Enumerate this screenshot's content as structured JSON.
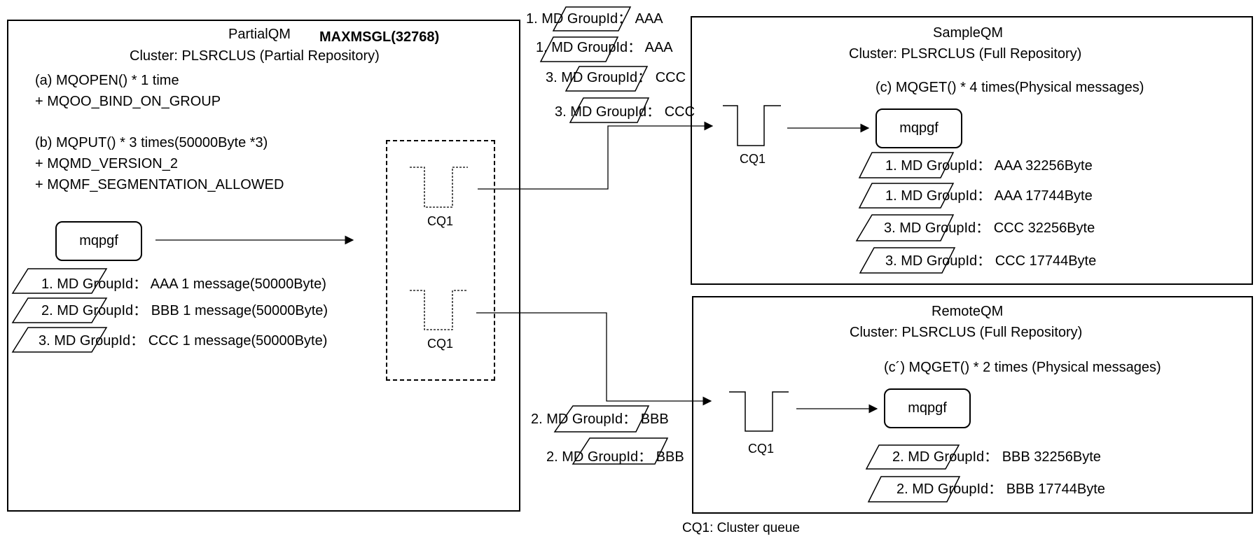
{
  "partial": {
    "name": "PartialQM",
    "maxmsgl": "MAXMSGL(32768)",
    "cluster": "Cluster: PLSRCLUS (Partial Repository)",
    "lines": [
      "(a) MQOPEN() * 1 time",
      "+ MQOO_BIND_ON_GROUP",
      "(b) MQPUT() * 3 times(50000Byte *3)",
      "+ MQMD_VERSION_2",
      "+ MQMF_SEGMENTATION_ALLOWED"
    ],
    "app": "mqpgf",
    "messages": [
      "1. MD GroupId： AAA 1 message(50000Byte)",
      "2. MD GroupId： BBB 1 message(50000Byte)",
      "3. MD GroupId： CCC 1 message(50000Byte)"
    ],
    "queues": [
      "CQ1",
      "CQ1"
    ]
  },
  "transit_top": [
    "1. MD GroupId： AAA",
    "1. MD GroupId： AAA",
    "3. MD GroupId： CCC",
    "3. MD GroupId： CCC"
  ],
  "transit_bottom": [
    "2. MD GroupId： BBB",
    "2. MD GroupId： BBB"
  ],
  "sample": {
    "name": "SampleQM",
    "cluster": "Cluster: PLSRCLUS (Full Repository)",
    "get": "(c) MQGET() * 4 times(Physical messages)",
    "app": "mqpgf",
    "queue": "CQ1",
    "messages": [
      "1. MD GroupId： AAA 32256Byte",
      "1. MD GroupId： AAA 17744Byte",
      "3. MD GroupId： CCC 32256Byte",
      "3. MD GroupId： CCC 17744Byte"
    ]
  },
  "remote": {
    "name": "RemoteQM",
    "cluster": "Cluster: PLSRCLUS (Full Repository)",
    "get": "(c´) MQGET() * 2 times (Physical messages)",
    "app": "mqpgf",
    "queue": "CQ1",
    "messages": [
      "2. MD GroupId： BBB 32256Byte",
      "2. MD GroupId： BBB 17744Byte"
    ]
  },
  "legend": "CQ1: Cluster queue"
}
